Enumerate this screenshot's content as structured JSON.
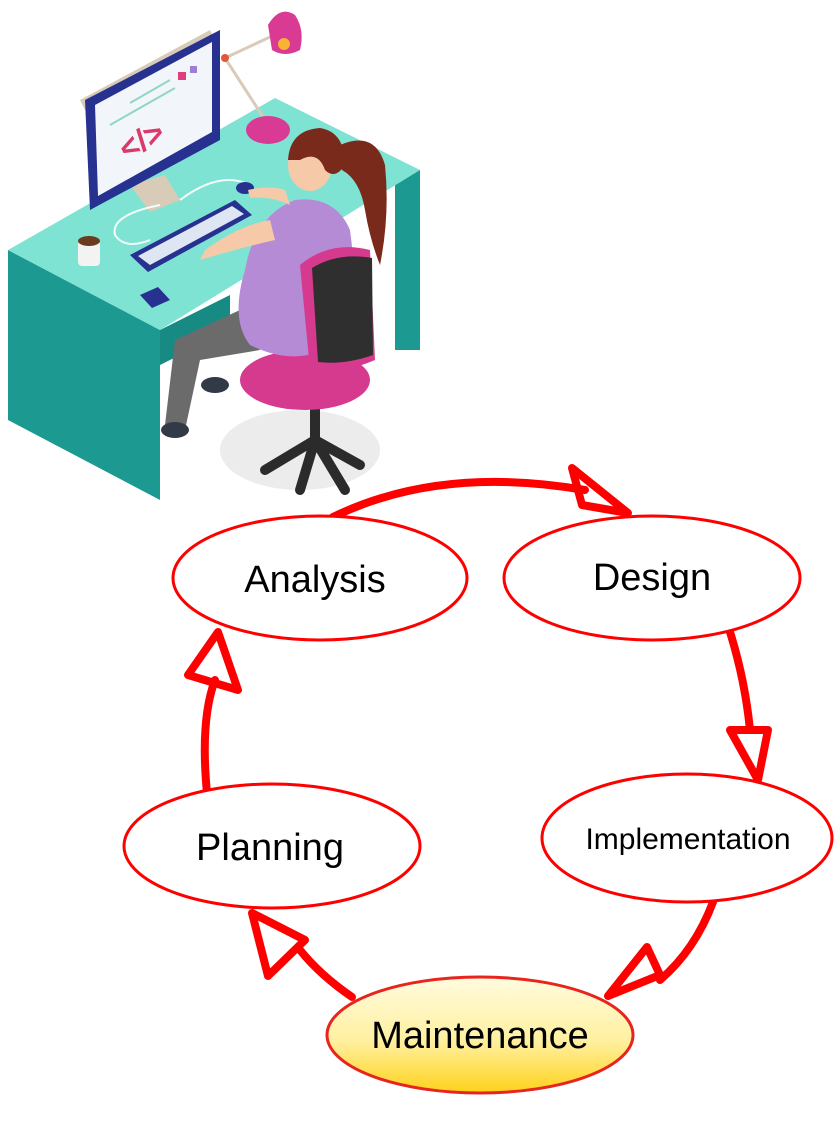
{
  "diagram": {
    "type": "cycle",
    "accent_color": "#ff0000",
    "highlight_fill_top": "#fffbe0",
    "highlight_fill_bottom": "#ffd21a",
    "nodes": [
      {
        "id": "analysis",
        "label": "Analysis"
      },
      {
        "id": "design",
        "label": "Design"
      },
      {
        "id": "implementation",
        "label": "Implementation"
      },
      {
        "id": "maintenance",
        "label": "Maintenance",
        "highlighted": true
      },
      {
        "id": "planning",
        "label": "Planning"
      }
    ],
    "edges": [
      {
        "from": "Analysis",
        "to": "Design"
      },
      {
        "from": "Design",
        "to": "Implementation"
      },
      {
        "from": "Implementation",
        "to": "Maintenance"
      },
      {
        "from": "Maintenance",
        "to": "Planning"
      },
      {
        "from": "Planning",
        "to": "Analysis"
      }
    ]
  },
  "illustration": {
    "subject": "developer-at-desk",
    "screen_code_glyph": "</>",
    "colors": {
      "desk_top": "#7fe3d3",
      "desk_side": "#1c9a92",
      "shirt": "#b58bd6",
      "hair": "#7a2a1a",
      "chair_seat": "#d63a8f",
      "monitor_frame": "#27318f",
      "lamp": "#d93a94"
    }
  }
}
